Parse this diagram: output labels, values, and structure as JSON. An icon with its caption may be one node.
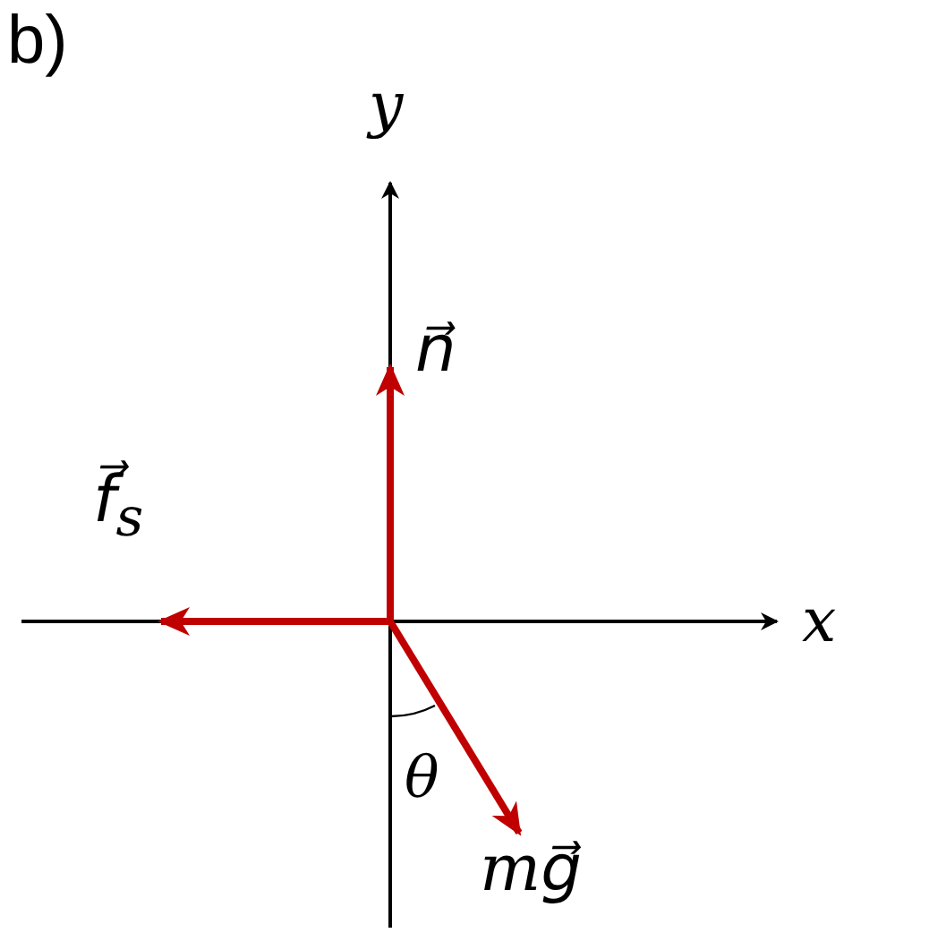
{
  "diagram": {
    "labels": [
      "b)",
      "y",
      "n⃗",
      "f⃗$_{s}$",
      "x",
      "θ",
      "mg⃗"
    ]
  }
}
